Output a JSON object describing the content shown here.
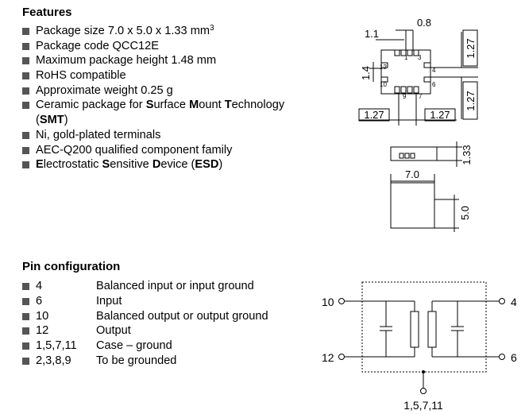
{
  "features": {
    "heading": "Features",
    "items": [
      {
        "segments": [
          {
            "t": "Package size 7.0 x 5.0 x 1.33 mm",
            "b": false
          },
          {
            "t": "3",
            "sup": true
          }
        ]
      },
      {
        "segments": [
          {
            "t": "Package code QCC12E",
            "b": false
          }
        ]
      },
      {
        "segments": [
          {
            "t": "Maximum package height 1.48 mm",
            "b": false
          }
        ]
      },
      {
        "segments": [
          {
            "t": "RoHS compatible",
            "b": false
          }
        ]
      },
      {
        "segments": [
          {
            "t": "Approximate weight 0.25 g",
            "b": false
          }
        ]
      },
      {
        "segments": [
          {
            "t": "Ceramic package for ",
            "b": false
          },
          {
            "t": "S",
            "b": true
          },
          {
            "t": "urface ",
            "b": false
          },
          {
            "t": "M",
            "b": true
          },
          {
            "t": "ount ",
            "b": false
          },
          {
            "t": "T",
            "b": true
          },
          {
            "t": "echnology",
            "b": false
          }
        ]
      },
      {
        "segments": [
          {
            "t": "(",
            "b": false
          },
          {
            "t": "SMT",
            "b": true
          },
          {
            "t": ")",
            "b": false
          }
        ],
        "continuation": true
      },
      {
        "segments": [
          {
            "t": "Ni, gold-plated terminals",
            "b": false
          }
        ]
      },
      {
        "segments": [
          {
            "t": "AEC-Q200 qualified component family",
            "b": false
          }
        ]
      },
      {
        "segments": [
          {
            "t": "E",
            "b": true
          },
          {
            "t": "lectrostatic ",
            "b": false
          },
          {
            "t": "S",
            "b": true
          },
          {
            "t": "ensitive ",
            "b": false
          },
          {
            "t": "D",
            "b": true
          },
          {
            "t": "evice (",
            "b": false
          },
          {
            "t": "ESD",
            "b": true
          },
          {
            "t": ")",
            "b": false
          }
        ]
      }
    ]
  },
  "pin_configuration": {
    "heading": "Pin configuration",
    "rows": [
      {
        "pin": "4",
        "desc": "Balanced input or input ground"
      },
      {
        "pin": "6",
        "desc": "Input"
      },
      {
        "pin": "10",
        "desc": "Balanced output or output ground"
      },
      {
        "pin": "12",
        "desc": "Output"
      },
      {
        "pin": "1,5,7,11",
        "desc": "Case – ground"
      },
      {
        "pin": "2,3,8,9",
        "desc": "To be grounded"
      }
    ]
  },
  "package_drawing": {
    "dims": {
      "d_0_8": "0.8",
      "d_1_1": "1.1",
      "d_1_4": "1.4",
      "d_1_27_a": "1.27",
      "d_1_27_b": "1.27",
      "d_1_27_c": "1.27",
      "d_1_27_d": "1.27",
      "d_1_33": "1.33",
      "d_7_0": "7.0",
      "d_5_0": "5.0"
    },
    "pins": {
      "p1": "1",
      "p3": "3",
      "p4": "4",
      "p6": "6",
      "p7": "7",
      "p9": "9",
      "p10": "10",
      "p12": "12"
    }
  },
  "schematic": {
    "left_top": "10",
    "left_bottom": "12",
    "right_top": "4",
    "right_bottom": "6",
    "ground": "1,5,7,11"
  }
}
